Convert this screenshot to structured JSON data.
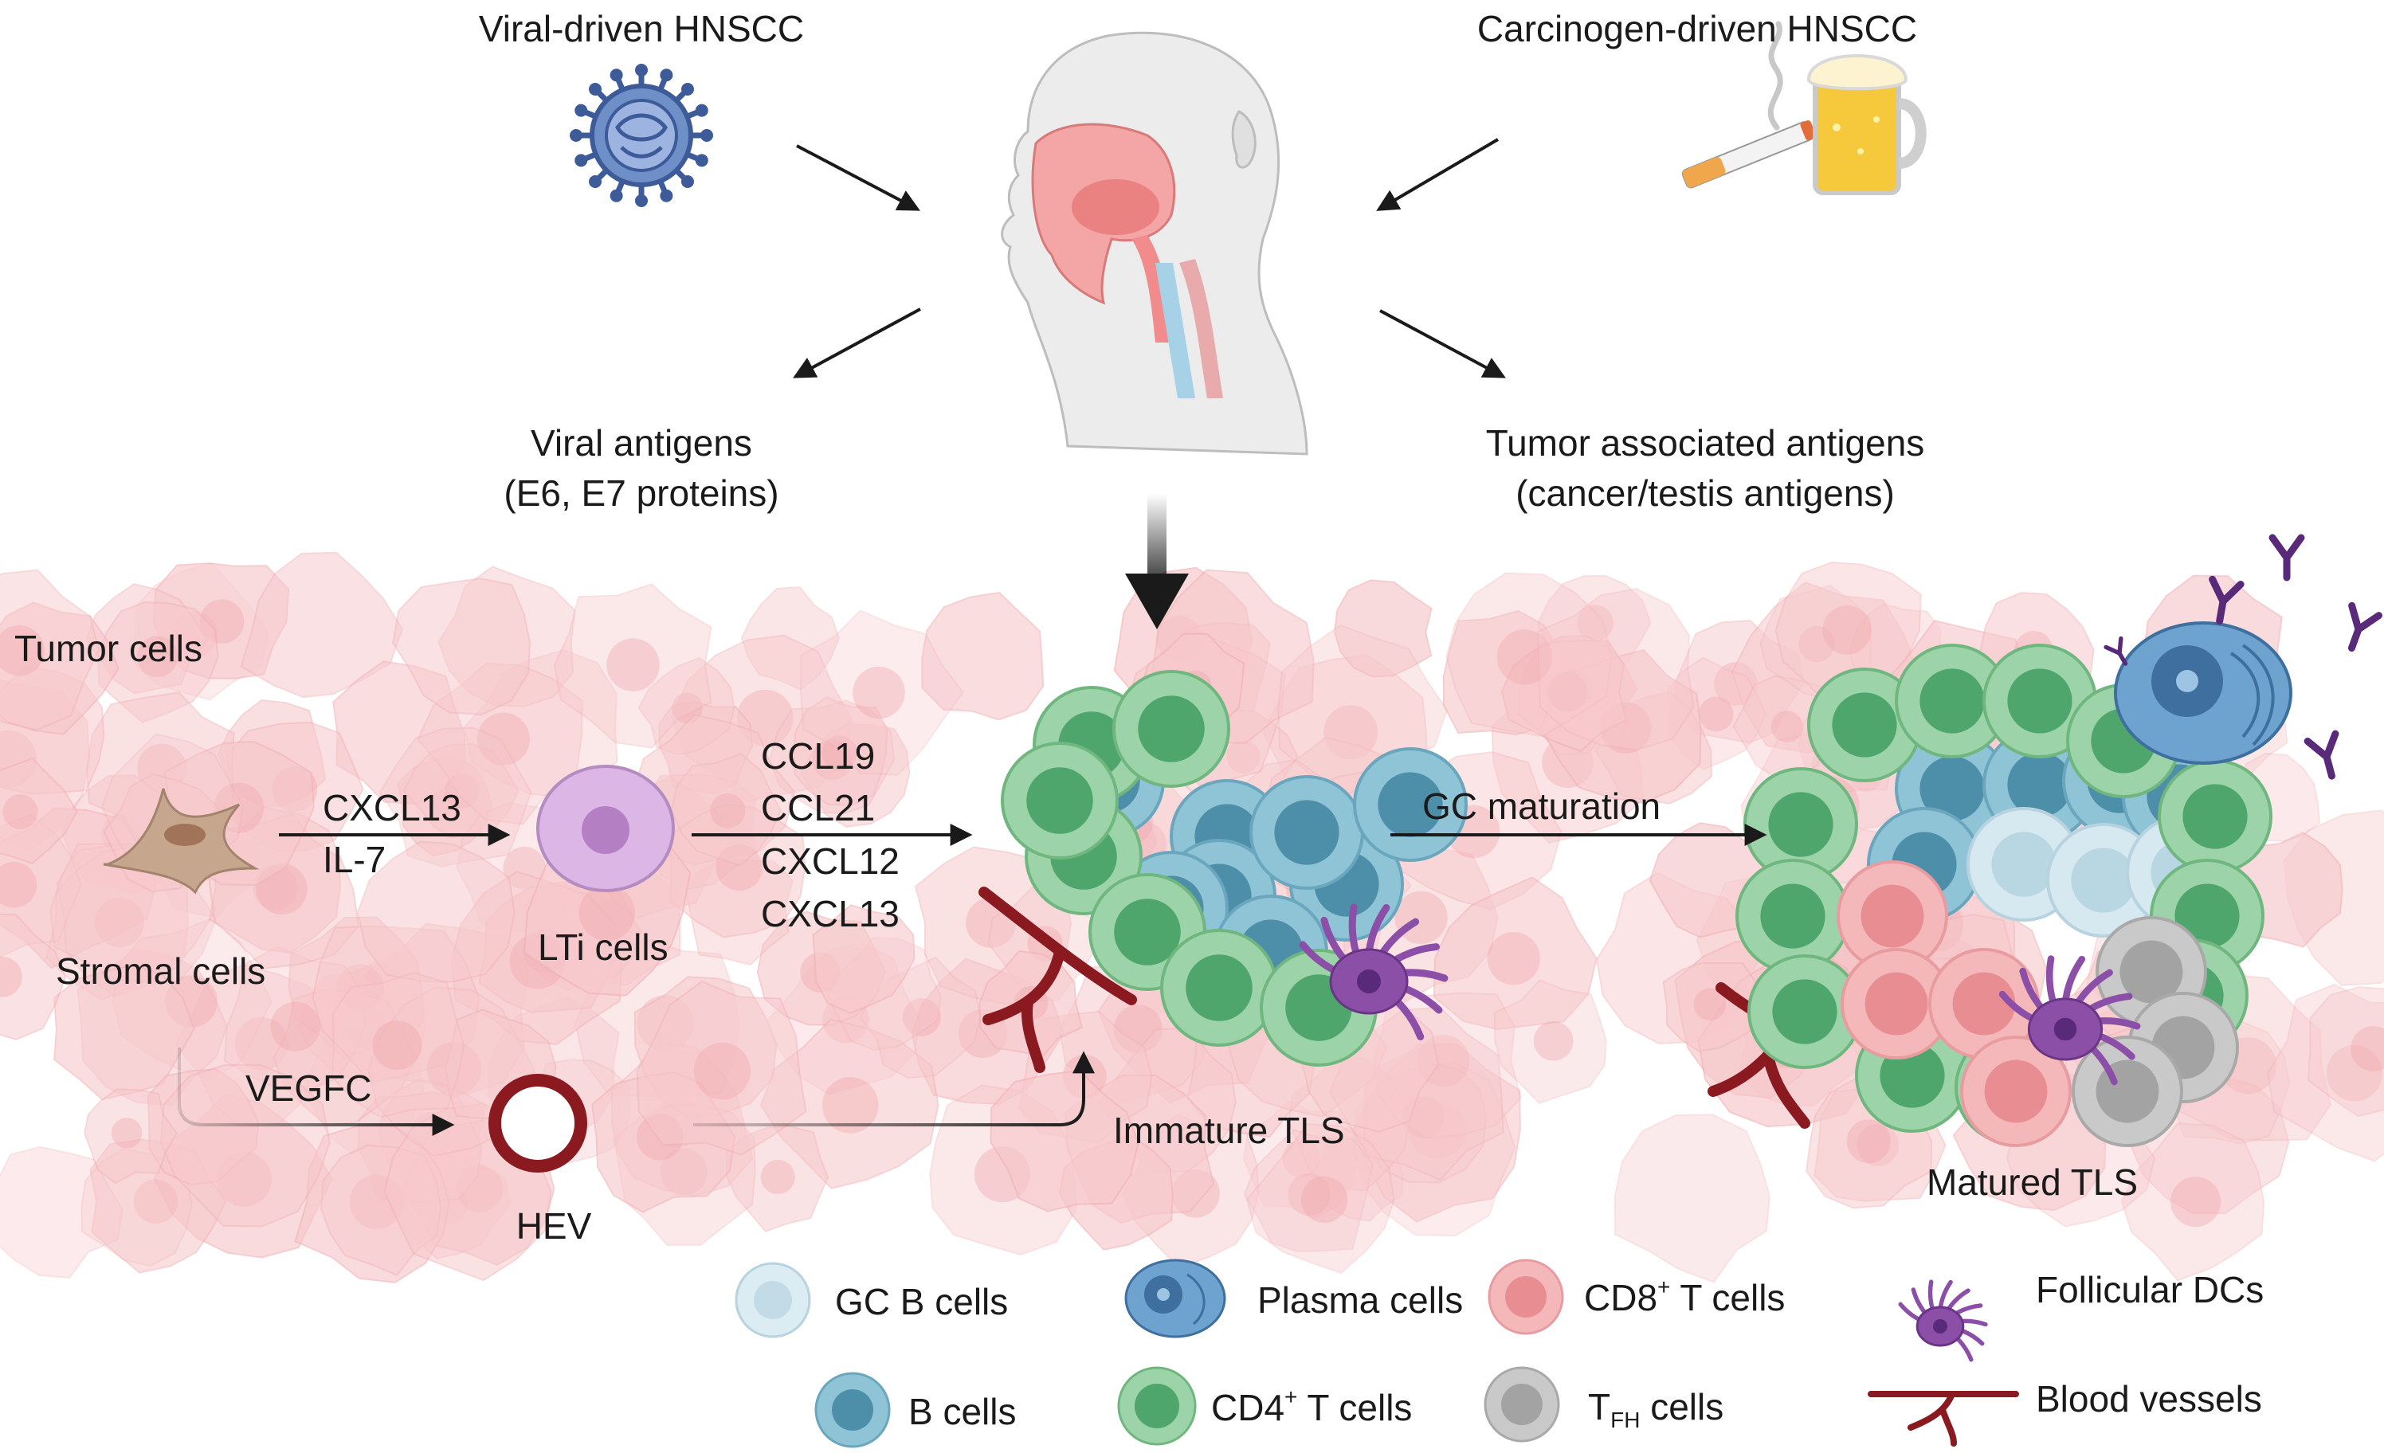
{
  "title": "",
  "top": {
    "viral_driven": "Viral-driven HNSCC",
    "carcinogen_driven": "Carcinogen-driven HNSCC",
    "viral_antigens_line1": "Viral antigens",
    "viral_antigens_line2": "(E6, E7 proteins)",
    "tumor_antigens_line1": "Tumor associated antigens",
    "tumor_antigens_line2": "(cancer/testis antigens)"
  },
  "tissue": {
    "tumor_cells": "Tumor cells",
    "stromal_cells": "Stromal cells",
    "lti_cells": "LTi cells",
    "hev": "HEV",
    "immature_tls": "Immature TLS",
    "matured_tls": "Matured TLS",
    "gc_maturation": "GC maturation",
    "vegfc": "VEGFC",
    "stromal_signals": [
      "CXCL13",
      "IL-7"
    ],
    "lti_signals": [
      "CCL19",
      "CCL21",
      "CXCL12",
      "CXCL13"
    ]
  },
  "legend": {
    "gc_b": "GC B cells",
    "b": "B cells",
    "plasma": "Plasma cells",
    "cd4_pre": "CD4",
    "cd4_sup": "+",
    "cd4_post": " T cells",
    "cd8_pre": "CD8",
    "cd8_sup": "+",
    "cd8_post": " T cells",
    "tfh_pre": "T",
    "tfh_sub": "FH",
    "tfh_post": " cells",
    "fdc": "Follicular DCs",
    "vessels": "Blood vessels"
  },
  "colors": {
    "tumor_fill": "#f7c9cc",
    "cd4_outer": "#9dd3a8",
    "cd4_inner": "#4fa66c",
    "b_outer": "#8fc3d6",
    "b_inner": "#4d8fa8",
    "gcb_outer": "#d6e8f0",
    "gcb_inner": "#b9d6e3",
    "cd8_outer": "#f4b8ba",
    "cd8_inner": "#e88e92",
    "tfh_outer": "#c9c9c9",
    "tfh_inner": "#a3a3a3",
    "fdc": "#8b4fa8",
    "vessel": "#8a1a1f",
    "lti": "#d9a8e0"
  }
}
